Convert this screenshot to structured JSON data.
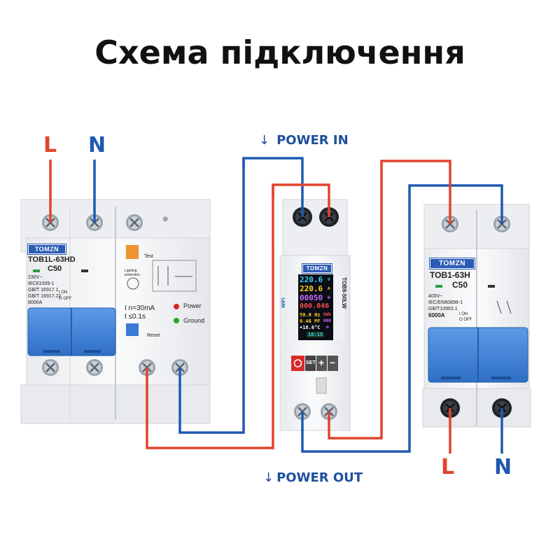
{
  "title": "Схема підключення",
  "labels": {
    "left_L": "L",
    "left_N": "N",
    "right_L": "L",
    "right_N": "N",
    "power_in": "POWER IN",
    "power_out": "POWER OUT",
    "arrow": "↓"
  },
  "colors": {
    "live": "#e0442c",
    "neutral": "#1f59b0",
    "handle": "#3b7fd4",
    "brand": "#2b5bb3"
  },
  "rcbo": {
    "brand": "TOMZN",
    "model": "TOB1L-63HD",
    "rating": "C50",
    "spec_lines": [
      "230V~",
      "IEC61009-1",
      "GB/T 16917.1",
      "GB/T 16917.22",
      "6000A"
    ],
    "on_label": "I ON",
    "off_label": "O OFF",
    "test_label": "Test",
    "lightning_label": "Lighting protection",
    "current_label": "I n=30mA",
    "time_label": "t ≤0.1s",
    "power_label": "Power",
    "ground_label": "Ground",
    "reset_label": "Reset"
  },
  "meter": {
    "brand": "TOMZN",
    "model": "TOB9-50LW",
    "wifi_label": "WiFi",
    "display": [
      {
        "value": "220.6",
        "unit": "V"
      },
      {
        "value": "220.6",
        "unit": "A"
      },
      {
        "value": "00050",
        "unit": "W"
      },
      {
        "value": "000.046",
        "unit": ""
      },
      {
        "value": "50.0 Hz",
        "unit": "kWh"
      },
      {
        "value": "0.46 PF",
        "unit": "000"
      },
      {
        "value": "+18.6°C",
        "unit": "m"
      },
      {
        "value": "16:15",
        "unit": ""
      }
    ],
    "set_label": "SET",
    "plus_label": "+",
    "minus_label": "−"
  },
  "mcb": {
    "brand": "TOMZN",
    "model": "TOB1-63H",
    "rating": "C50",
    "spec_lines": [
      "400V~",
      "IEC/EN60898-1",
      "GB/T10963.1",
      "6000A"
    ],
    "on_label": "I ON",
    "off_label": "O OFF"
  }
}
